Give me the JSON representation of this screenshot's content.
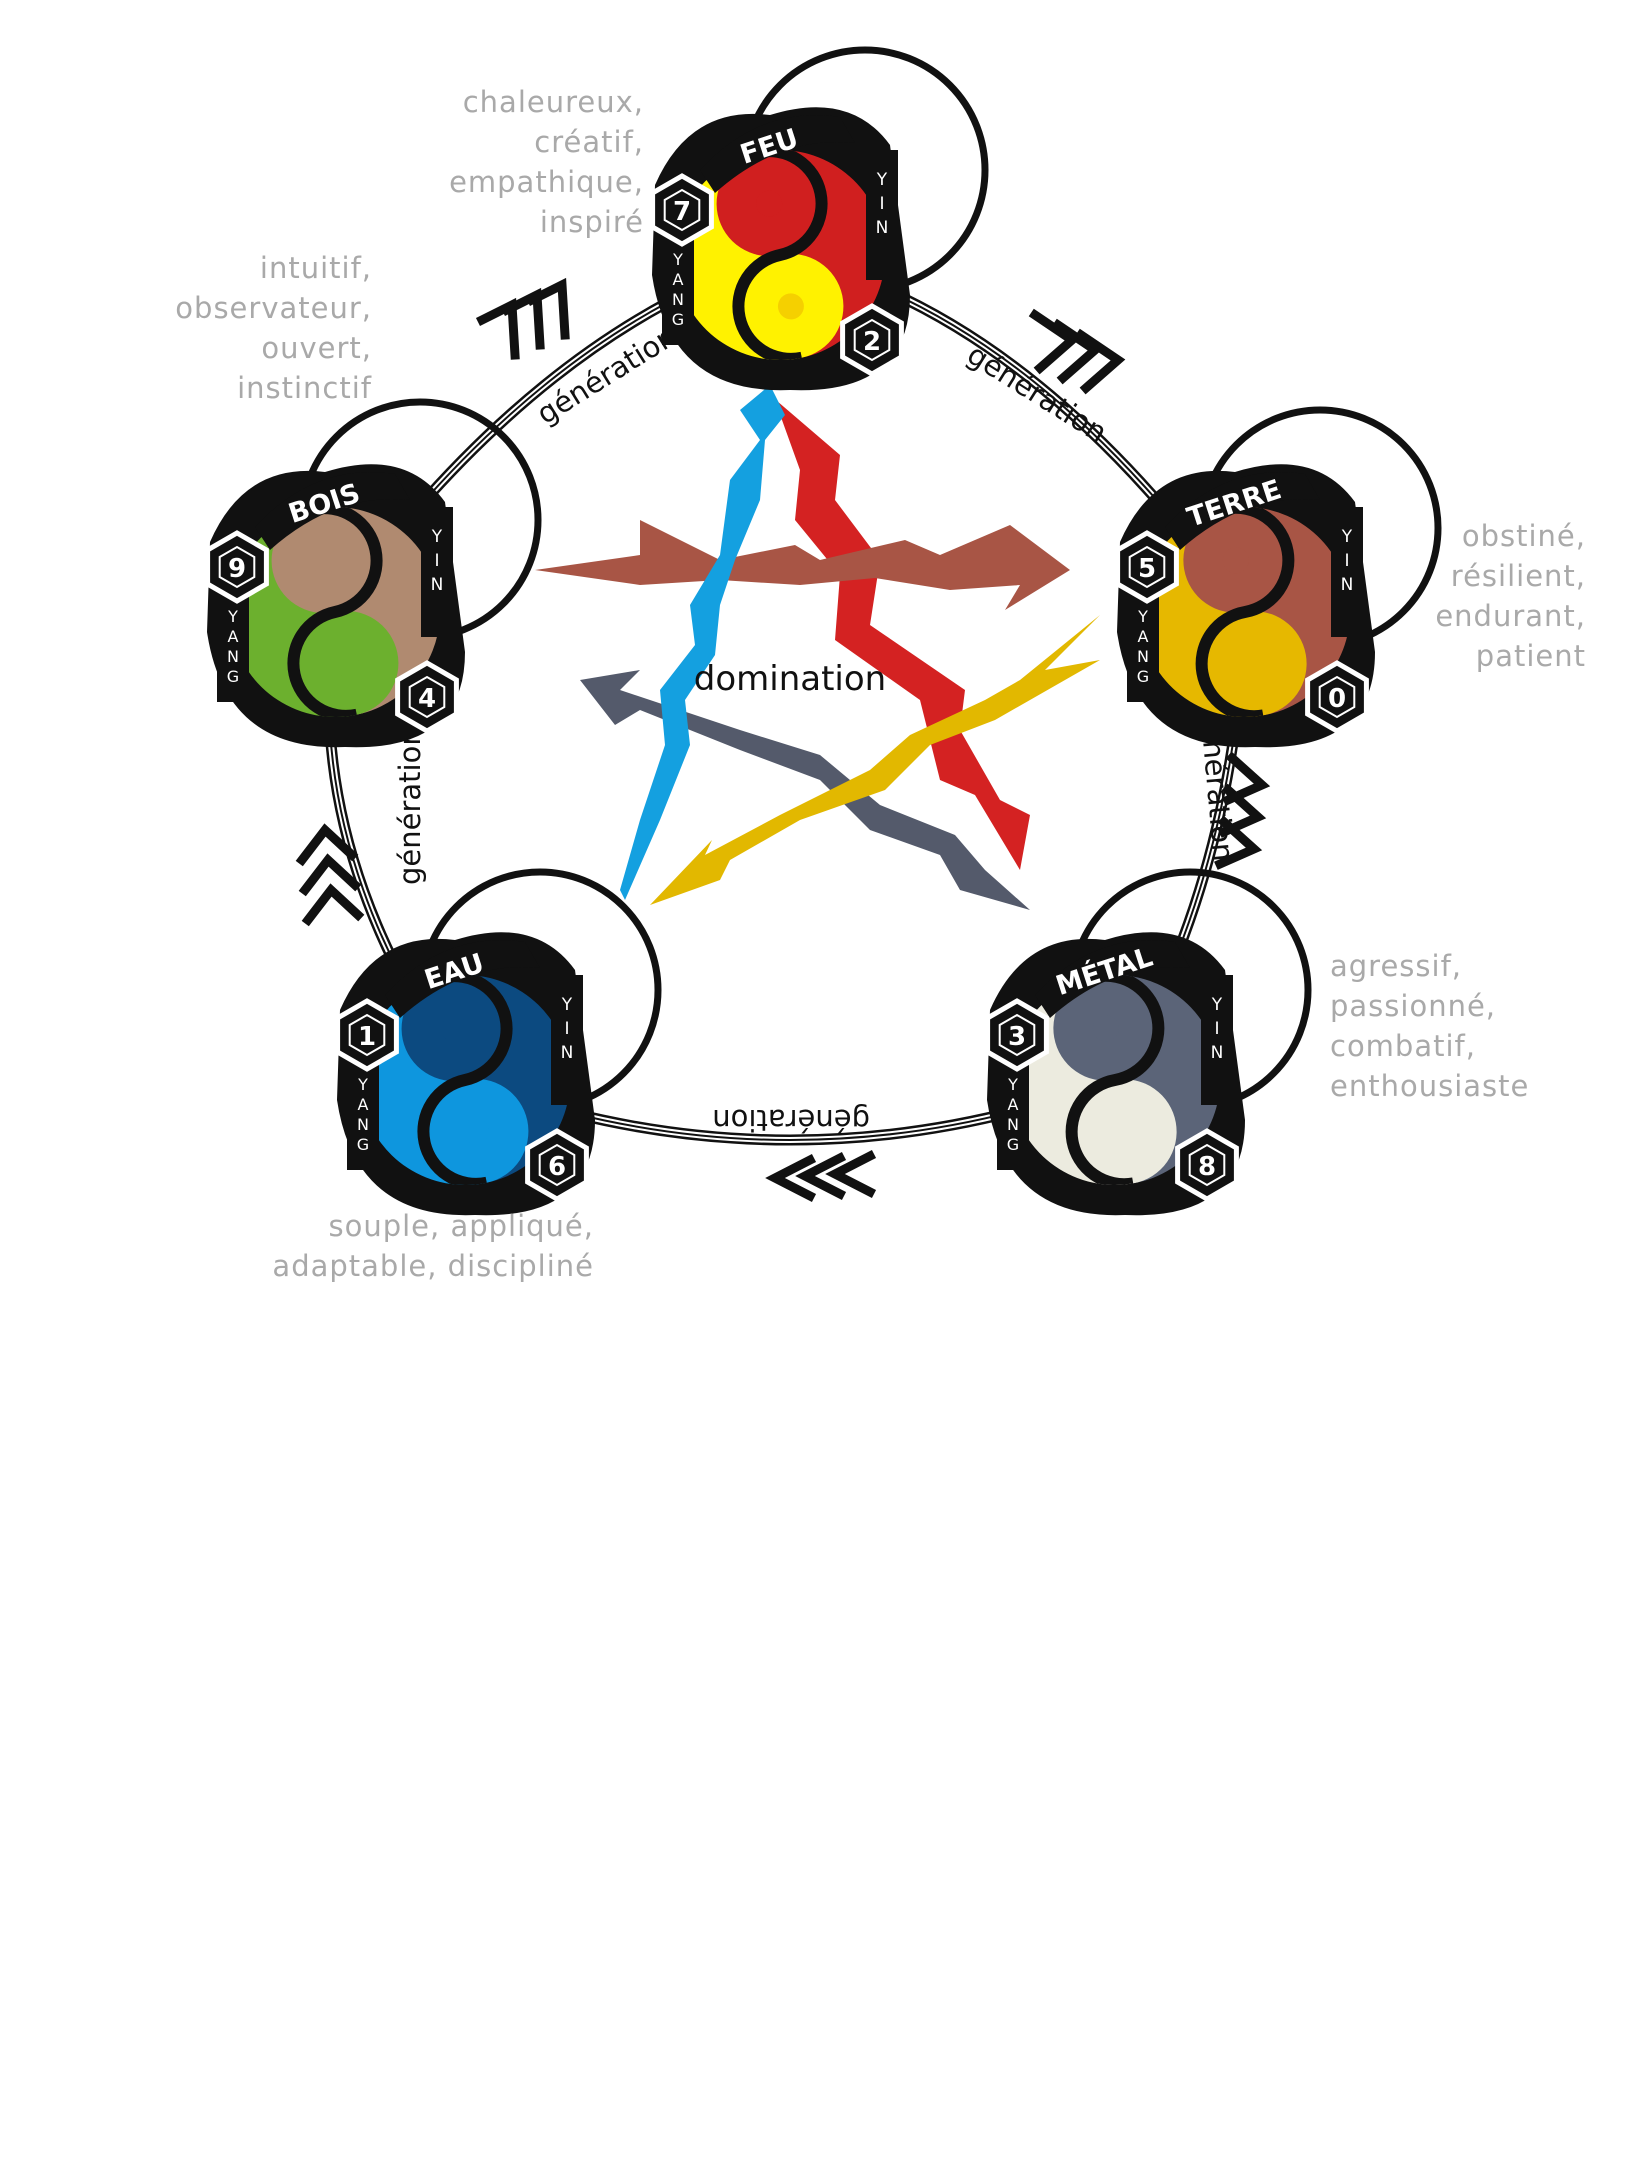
{
  "elements": {
    "feu": {
      "name": "FEU",
      "yang_number": "7",
      "yin_number": "2",
      "yang_color": "#fff200",
      "yin_color": "#d01f1f",
      "yang_dot": "#d01f1f",
      "yin_dot": "#f5d000"
    },
    "terre": {
      "name": "TERRE",
      "yang_number": "5",
      "yin_number": "0",
      "yang_color": "#e6b800",
      "yin_color": "#a85545",
      "yang_dot": "#a85545",
      "yin_dot": "#e6b800"
    },
    "metal": {
      "name": "MÉTAL",
      "yang_number": "3",
      "yin_number": "8",
      "yang_color": "#ecebdf",
      "yin_color": "#5b6478",
      "yang_dot": "#5b6478",
      "yin_dot": "#ecebdf"
    },
    "eau": {
      "name": "EAU",
      "yang_number": "1",
      "yin_number": "6",
      "yang_color": "#0e96de",
      "yin_color": "#0c4a80",
      "yang_dot": "#0c4a80",
      "yin_dot": "#0e96de"
    },
    "bois": {
      "name": "BOIS",
      "yang_number": "9",
      "yin_number": "4",
      "yang_color": "#6cb02e",
      "yin_color": "#b08a70",
      "yang_dot": "#b08a70",
      "yin_dot": "#6cb02e"
    }
  },
  "yang_label": "YANG",
  "yin_label": "YIN",
  "cycle_labels": {
    "feu_terre": "génération",
    "terre_metal": "génération",
    "metal_eau": "génération",
    "eau_bois": "génération",
    "bois_feu": "génération",
    "center": "domination"
  },
  "traits": {
    "feu": [
      "chaleureux,",
      "créatif,",
      "empathique,",
      "inspiré"
    ],
    "bois": [
      "intuitif,",
      "observateur,",
      "ouvert,",
      "instinctif"
    ],
    "terre": [
      "obstiné,",
      "résilient,",
      "endurant,",
      "patient"
    ],
    "metal": [
      "agressif,",
      "passionné,",
      "combatif,",
      "enthousiaste"
    ],
    "eau": [
      "souple, appliqué,",
      "adaptable, discipliné"
    ]
  },
  "domination_colors": {
    "feu_to_metal": "#d42222",
    "metal_to_bois": "#545a6b",
    "bois_to_terre": "#a85545",
    "terre_to_eau": "#e2b800",
    "eau_to_feu": "#14a0e0"
  }
}
